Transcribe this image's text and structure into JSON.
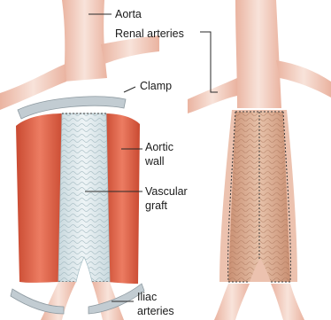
{
  "labels": {
    "aorta": "Aorta",
    "renal_arteries": "Renal arteries",
    "clamp": "Clamp",
    "aortic_wall_line1": "Aortic",
    "aortic_wall_line2": "wall",
    "vascular_graft_line1": "Vascular",
    "vascular_graft_line2": "graft",
    "iliac_line1": "Iliac",
    "iliac_line2": "arteries"
  },
  "colors": {
    "vessel_light": "#f5d9cf",
    "vessel_mid": "#eeb8a4",
    "aortic_wall": "#e0644b",
    "aortic_wall_dark": "#c8492f",
    "graft_fill": "#dfe9ec",
    "graft_edge": "#a9c1c8",
    "graft_in_situ": "#d9a888",
    "clamp": "#c2ccd2",
    "leader": "#2a2a2a"
  }
}
